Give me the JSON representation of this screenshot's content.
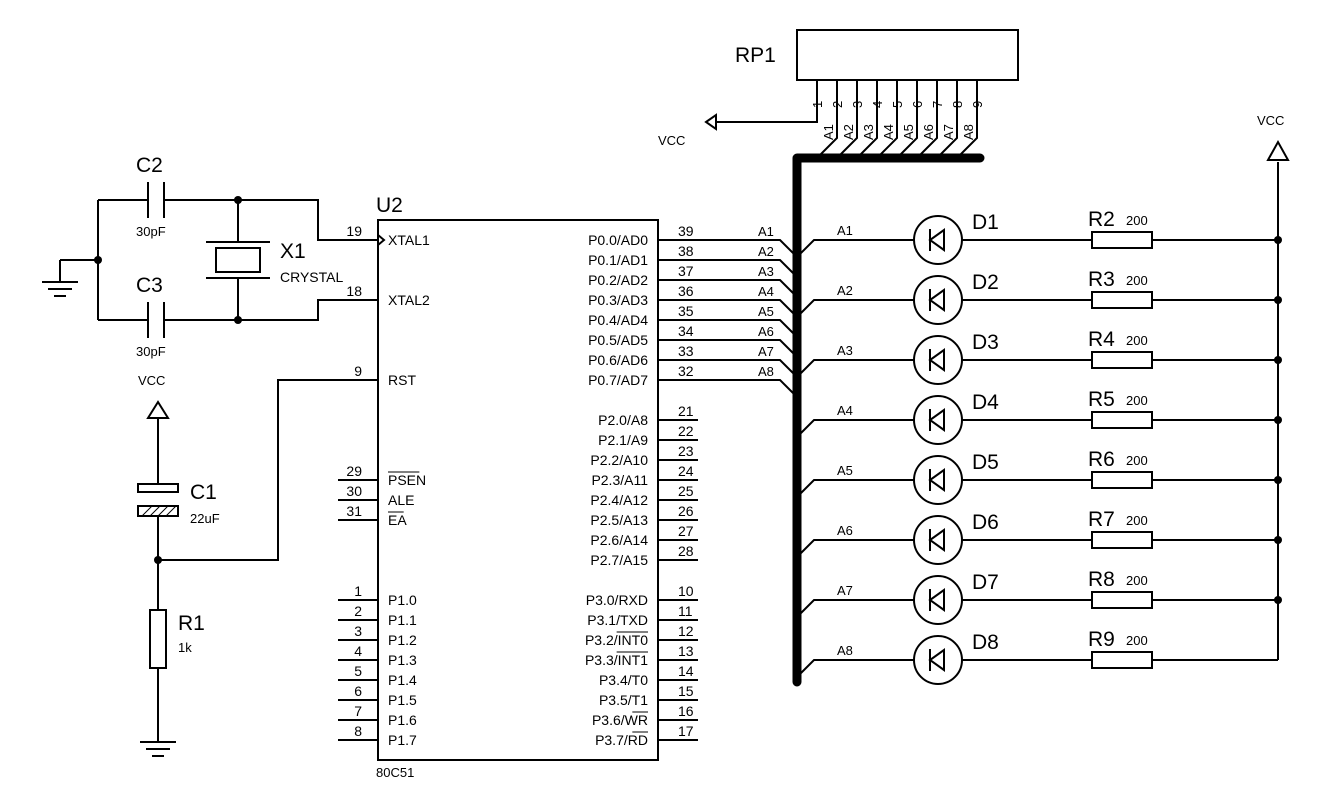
{
  "chip": {
    "ref": "U2",
    "type": "80C51",
    "left_pins": [
      {
        "num": "19",
        "name": "XTAL1"
      },
      {
        "num": "18",
        "name": "XTAL2"
      },
      {
        "num": "9",
        "name": "RST"
      },
      {
        "num": "29",
        "name": "PSEN",
        "overbar": true
      },
      {
        "num": "30",
        "name": "ALE"
      },
      {
        "num": "31",
        "name": "EA",
        "overbar": true
      },
      {
        "num": "1",
        "name": "P1.0"
      },
      {
        "num": "2",
        "name": "P1.1"
      },
      {
        "num": "3",
        "name": "P1.2"
      },
      {
        "num": "4",
        "name": "P1.3"
      },
      {
        "num": "5",
        "name": "P1.4"
      },
      {
        "num": "6",
        "name": "P1.5"
      },
      {
        "num": "7",
        "name": "P1.6"
      },
      {
        "num": "8",
        "name": "P1.7"
      }
    ],
    "right_pins": [
      {
        "num": "39",
        "name": "P0.0/AD0"
      },
      {
        "num": "38",
        "name": "P0.1/AD1"
      },
      {
        "num": "37",
        "name": "P0.2/AD2"
      },
      {
        "num": "36",
        "name": "P0.3/AD3"
      },
      {
        "num": "35",
        "name": "P0.4/AD4"
      },
      {
        "num": "34",
        "name": "P0.5/AD5"
      },
      {
        "num": "33",
        "name": "P0.6/AD6"
      },
      {
        "num": "32",
        "name": "P0.7/AD7"
      },
      {
        "num": "21",
        "name": "P2.0/A8"
      },
      {
        "num": "22",
        "name": "P2.1/A9"
      },
      {
        "num": "23",
        "name": "P2.2/A10"
      },
      {
        "num": "24",
        "name": "P2.3/A11"
      },
      {
        "num": "25",
        "name": "P2.4/A12"
      },
      {
        "num": "26",
        "name": "P2.5/A13"
      },
      {
        "num": "27",
        "name": "P2.6/A14"
      },
      {
        "num": "28",
        "name": "P2.7/A15"
      },
      {
        "num": "10",
        "name": "P3.0/RXD"
      },
      {
        "num": "11",
        "name": "P3.1/TXD"
      },
      {
        "num": "12",
        "name": "P3.2/",
        "bar": "INT0"
      },
      {
        "num": "13",
        "name": "P3.3/",
        "bar": "INT1"
      },
      {
        "num": "14",
        "name": "P3.4/T0"
      },
      {
        "num": "15",
        "name": "P3.5/T1"
      },
      {
        "num": "16",
        "name": "P3.6/",
        "bar": "WR"
      },
      {
        "num": "17",
        "name": "P3.7/",
        "bar": "RD"
      }
    ]
  },
  "net_labels": [
    "A1",
    "A2",
    "A3",
    "A4",
    "A5",
    "A6",
    "A7",
    "A8"
  ],
  "leds": [
    {
      "ref": "D1",
      "net": "A1",
      "resistor": "R2",
      "value": "200"
    },
    {
      "ref": "D2",
      "net": "A2",
      "resistor": "R3",
      "value": "200"
    },
    {
      "ref": "D3",
      "net": "A3",
      "resistor": "R4",
      "value": "200"
    },
    {
      "ref": "D4",
      "net": "A4",
      "resistor": "R5",
      "value": "200"
    },
    {
      "ref": "D5",
      "net": "A5",
      "resistor": "R6",
      "value": "200"
    },
    {
      "ref": "D6",
      "net": "A6",
      "resistor": "R7",
      "value": "200"
    },
    {
      "ref": "D7",
      "net": "A7",
      "resistor": "R8",
      "value": "200"
    },
    {
      "ref": "D8",
      "net": "A8",
      "resistor": "R9",
      "value": "200"
    }
  ],
  "resistor_pack": {
    "ref": "RP1",
    "pins": [
      "1",
      "2",
      "3",
      "4",
      "5",
      "6",
      "7",
      "8",
      "9"
    ],
    "nets": [
      "A1",
      "A2",
      "A3",
      "A4",
      "A5",
      "A6",
      "A7",
      "A8"
    ]
  },
  "components": {
    "c2": {
      "ref": "C2",
      "value": "30pF"
    },
    "c3": {
      "ref": "C3",
      "value": "30pF"
    },
    "x1": {
      "ref": "X1",
      "value": "CRYSTAL"
    },
    "c1": {
      "ref": "C1",
      "value": "22uF"
    },
    "r1": {
      "ref": "R1",
      "value": "1k"
    }
  },
  "power": {
    "vcc_rp1": "VCC",
    "vcc_reset": "VCC",
    "vcc_leds": "VCC"
  }
}
